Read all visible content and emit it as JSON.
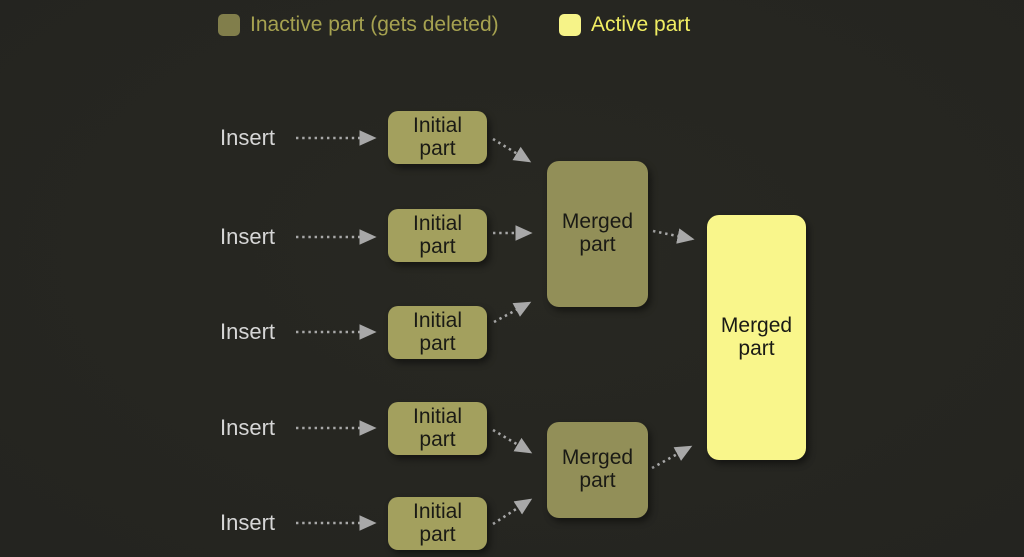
{
  "legend": {
    "inactive": {
      "label": "Inactive part (gets deleted)",
      "swatch_color": "#817e4b",
      "text_color": "#a6a250"
    },
    "active": {
      "label": "Active part",
      "swatch_color": "#f6f388",
      "text_color": "#f0ed62"
    }
  },
  "labels": {
    "insert": "Insert",
    "initial_part": "Initial part",
    "merged_part": "Merged part"
  },
  "colors": {
    "background": "#262621",
    "initial_box": "#a3a05e",
    "merged_olive_box": "#928f58",
    "merged_active_box": "#f9f68b",
    "box_text": "#1a1a15",
    "insert_text": "#d6d6d6",
    "arrow": "#a8a8a8"
  },
  "structure": {
    "inserts": 5,
    "edges": [
      {
        "from": "insert-1",
        "to": "initial-part-1"
      },
      {
        "from": "insert-2",
        "to": "initial-part-2"
      },
      {
        "from": "insert-3",
        "to": "initial-part-3"
      },
      {
        "from": "insert-4",
        "to": "initial-part-4"
      },
      {
        "from": "insert-5",
        "to": "initial-part-5"
      },
      {
        "from": "initial-part-1",
        "to": "merged-part-top"
      },
      {
        "from": "initial-part-2",
        "to": "merged-part-top"
      },
      {
        "from": "initial-part-3",
        "to": "merged-part-top"
      },
      {
        "from": "initial-part-4",
        "to": "merged-part-bottom"
      },
      {
        "from": "initial-part-5",
        "to": "merged-part-bottom"
      },
      {
        "from": "merged-part-top",
        "to": "merged-part-final"
      },
      {
        "from": "merged-part-bottom",
        "to": "merged-part-final"
      }
    ]
  }
}
